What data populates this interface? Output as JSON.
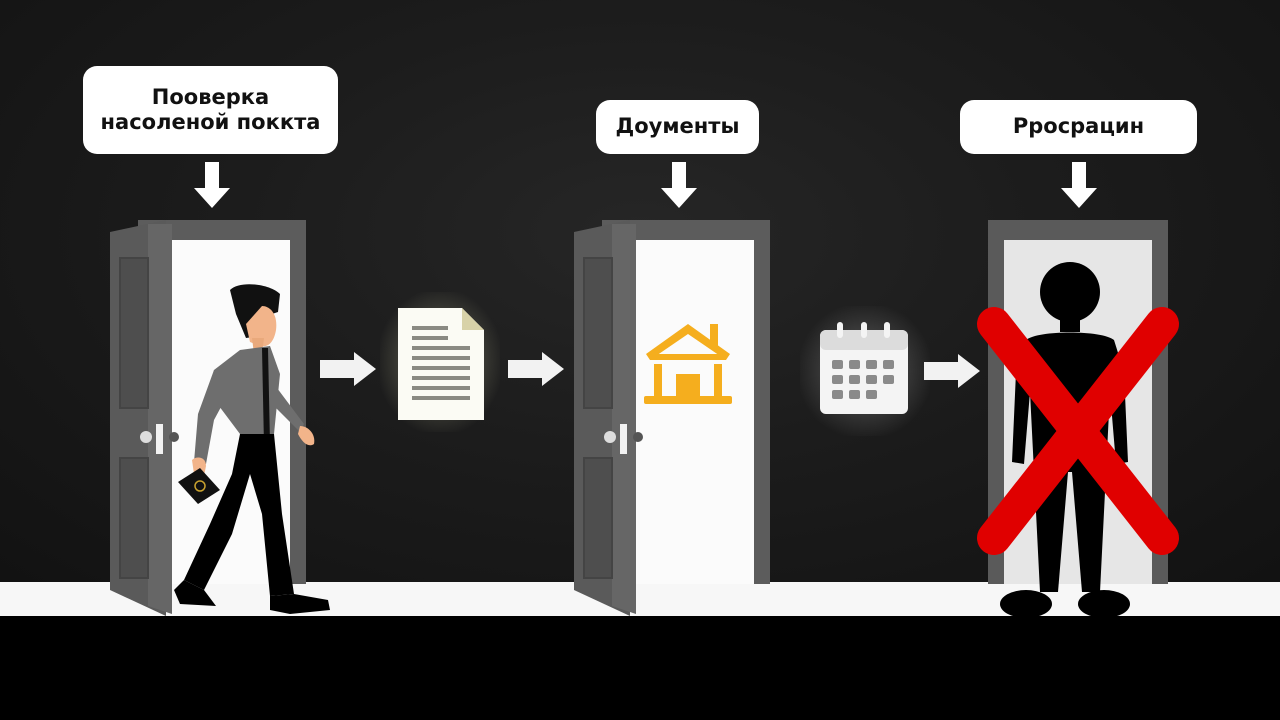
{
  "scene": {
    "background_color": "#111111",
    "floor_color": "#f7f7f7",
    "accent_colors": {
      "house": "#f5ae1e",
      "cross": "#e00000",
      "door": "#5a5a5a"
    }
  },
  "steps": [
    {
      "label_line1": "Пооверка",
      "label_line2": "насоленой покктa",
      "icon": "person-walking-with-passport",
      "door_state": "open"
    },
    {
      "label": "Доументы",
      "icon": "house-icon",
      "door_state": "open"
    },
    {
      "label": "Рросрацин",
      "icon": "blocked-person-with-red-x",
      "door_state": "closed-frame"
    }
  ],
  "connectors": [
    {
      "from": "door-1",
      "via": "document-icon",
      "to": "door-2"
    },
    {
      "from": "door-2",
      "via": "calendar-icon",
      "to": "door-3"
    }
  ]
}
